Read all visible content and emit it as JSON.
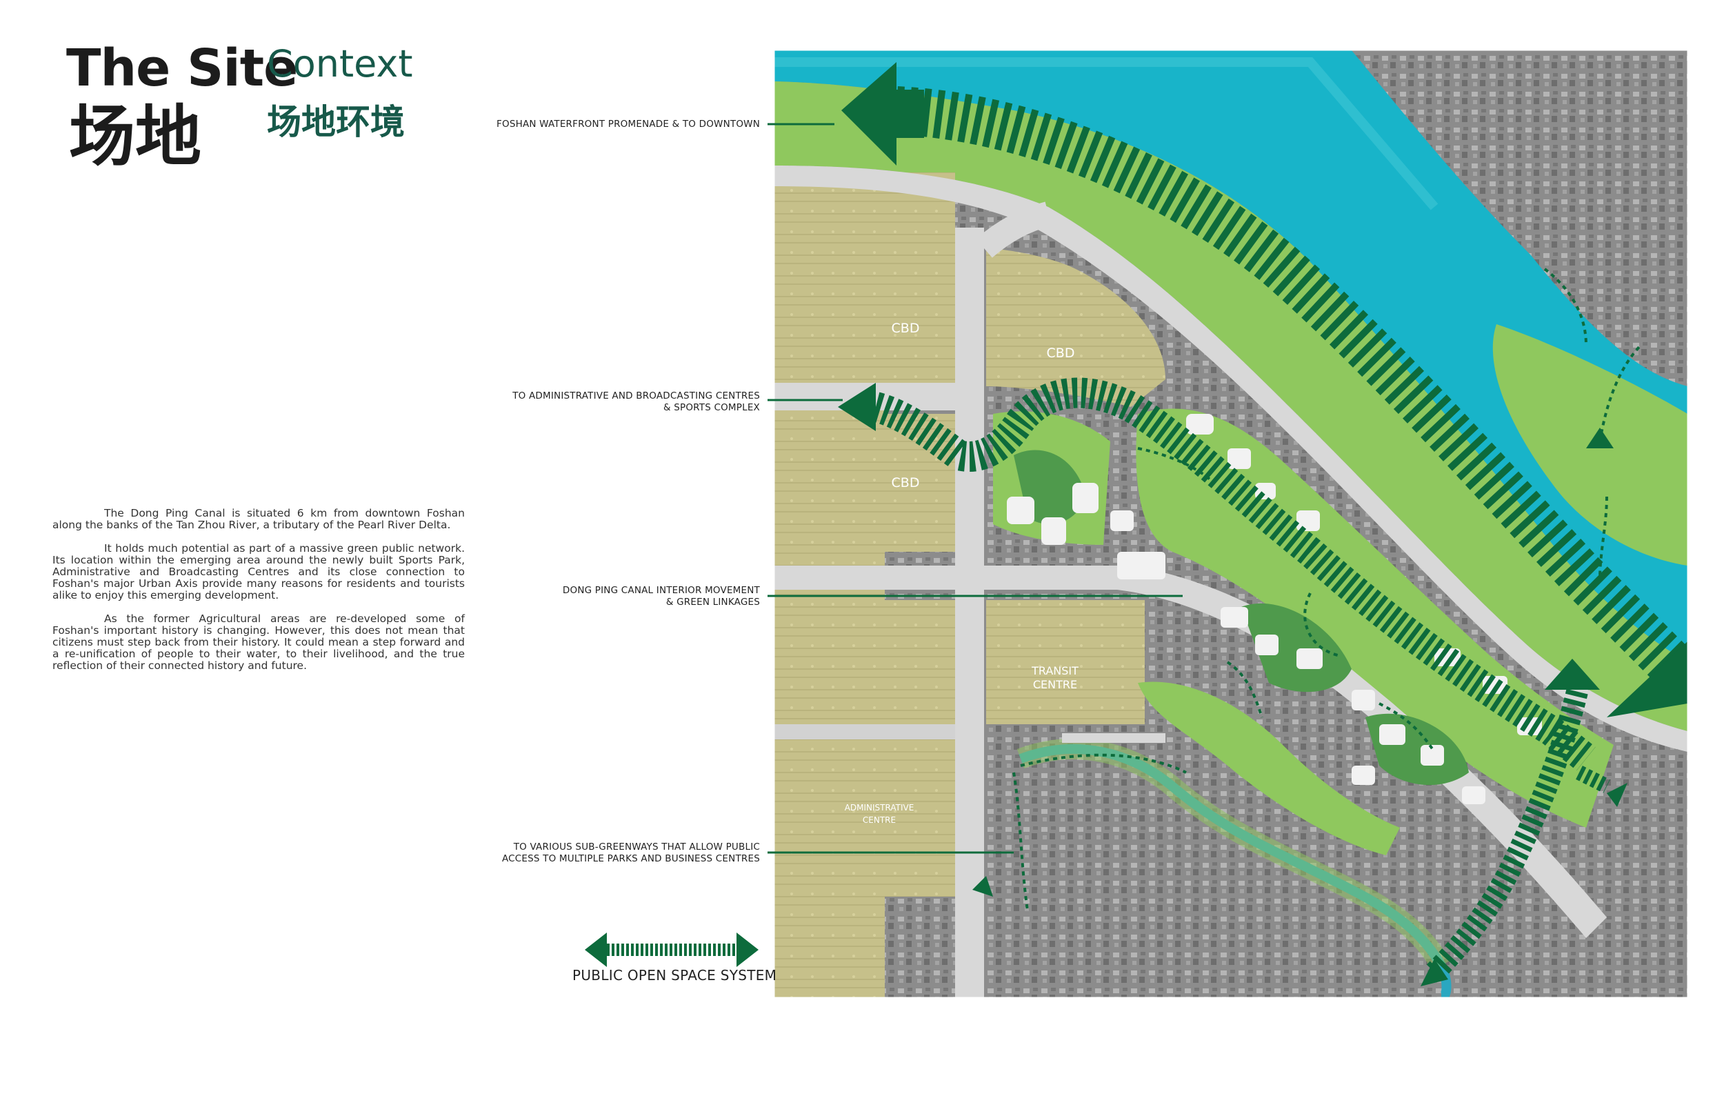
{
  "title": {
    "main": "The Site",
    "main_cn": "场地",
    "sub": "Context",
    "sub_cn": "场地环境"
  },
  "body": {
    "paragraphs": [
      "The Dong Ping Canal is situated 6 km from downtown Foshan along the banks of the Tan Zhou River, a tributary of the Pearl River Delta.",
      "It holds much potential as part of a massive green public network. Its location within the emerging area around the newly built Sports Park, Administrative and Broadcasting Centres and its close connection to Foshan's major Urban Axis provide many reasons for residents and tourists alike to enjoy this emerging development.",
      "As the former Agricultural areas are re-developed some of Foshan's important history is changing. However, this does not mean that citizens must step back from their history. It could mean a step forward and a re-unification of people to their water, to their livelihood, and the true reflection of their connected history and future."
    ]
  },
  "callouts": {
    "waterfront": {
      "line1": "FOSHAN WATERFRONT PROMENADE & TO DOWNTOWN"
    },
    "admin": {
      "line1": "TO  ADMINISTRATIVE AND BROADCASTING CENTRES",
      "line2": "& SPORTS COMPLEX"
    },
    "canal": {
      "line1": "DONG PING CANAL INTERIOR MOVEMENT",
      "line2": "& GREEN LINKAGES"
    },
    "subgreen": {
      "line1": "TO VARIOUS SUB-GREENWAYS THAT ALLOW PUBLIC",
      "line2": "ACCESS TO MULTIPLE PARKS AND BUSINESS CENTRES"
    }
  },
  "map_labels": {
    "cbd_1": "CBD",
    "cbd_2": "CBD",
    "cbd_3": "CBD",
    "transit_1": "TRANSIT",
    "transit_2": "CENTRE",
    "admin_1": "ADMINISTRATIVE",
    "admin_2": "CENTRE"
  },
  "legend": {
    "label": "PUBLIC OPEN SPACE SYSTEM"
  },
  "colors": {
    "river": "#18b4c9",
    "green_light": "#8fc85e",
    "green_dark": "#0d6b3c",
    "olive": "#c9c48a",
    "urban_gray": "#8a8a8a",
    "road": "#d9d9d9",
    "title_teal": "#17594a"
  }
}
